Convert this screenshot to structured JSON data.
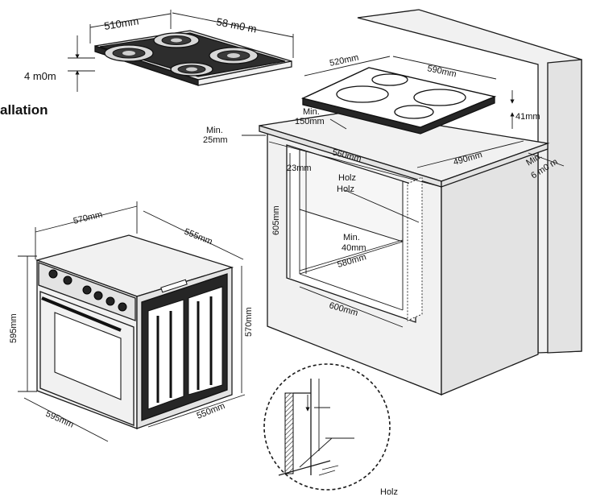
{
  "title": "allation",
  "labels": {
    "gas_hob_width": "510mm",
    "gas_hob_depth": "58 m0 m",
    "gas_hob_height": "4 m0m",
    "ceramic_hob_width": "520mm",
    "ceramic_hob_depth": "590mm",
    "ceramic_hob_height": "41mm",
    "min_150_a": "Min.",
    "min_150_b": "150mm",
    "min_25_a": "Min.",
    "min_25_b": "25mm",
    "cutout_width": "560mm",
    "cutout_depth": "490mm",
    "min_60_a": "Min.",
    "min_60_b": "6 m0 m",
    "gap_23": "23mm",
    "holz_1": "Holz",
    "holz_2": "Holz",
    "niche_height": "605mm",
    "min_40_a": "Min.",
    "min_40_b": "40mm",
    "niche_depth": "580mm",
    "niche_width": "600mm",
    "oven_width": "570mm",
    "oven_depth": "555mm",
    "oven_height": "595mm",
    "oven_side_height": "570mm",
    "oven_front_width": "595mm",
    "oven_base_depth": "550mm",
    "holz_detail": "Holz"
  }
}
